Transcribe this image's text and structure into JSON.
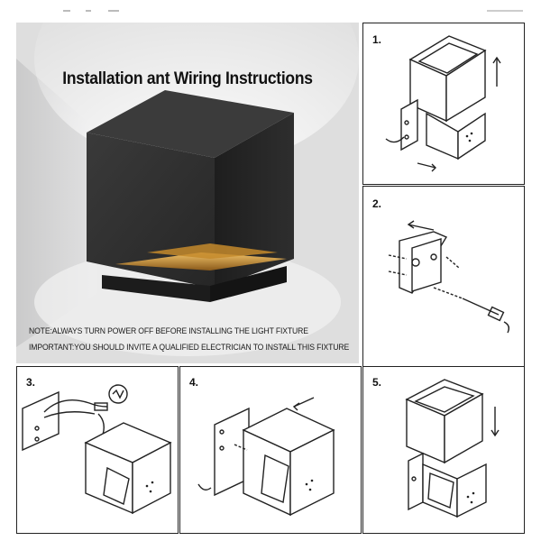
{
  "hero": {
    "title": "Installation ant Wiring Instructions",
    "note_line1": "NOTE:ALWAYS TURN POWER OFF BEFORE INSTALLING THE LIGHT FIXTURE",
    "note_line2": "IMPORTANT:YOU SHOULD INVITE A QUALIFIED ELECTRICIAN TO INSTALL THIS FIXTURE"
  },
  "steps": [
    {
      "label": "1.",
      "icon": "remove-cover-diagram"
    },
    {
      "label": "2.",
      "icon": "mount-bracket-diagram"
    },
    {
      "label": "3.",
      "icon": "connect-wires-diagram"
    },
    {
      "label": "4.",
      "icon": "attach-base-diagram"
    },
    {
      "label": "5.",
      "icon": "replace-cover-diagram"
    }
  ],
  "colors": {
    "fixture": "#2b2b2b",
    "glow": "#d9a23a",
    "line": "#222222"
  }
}
